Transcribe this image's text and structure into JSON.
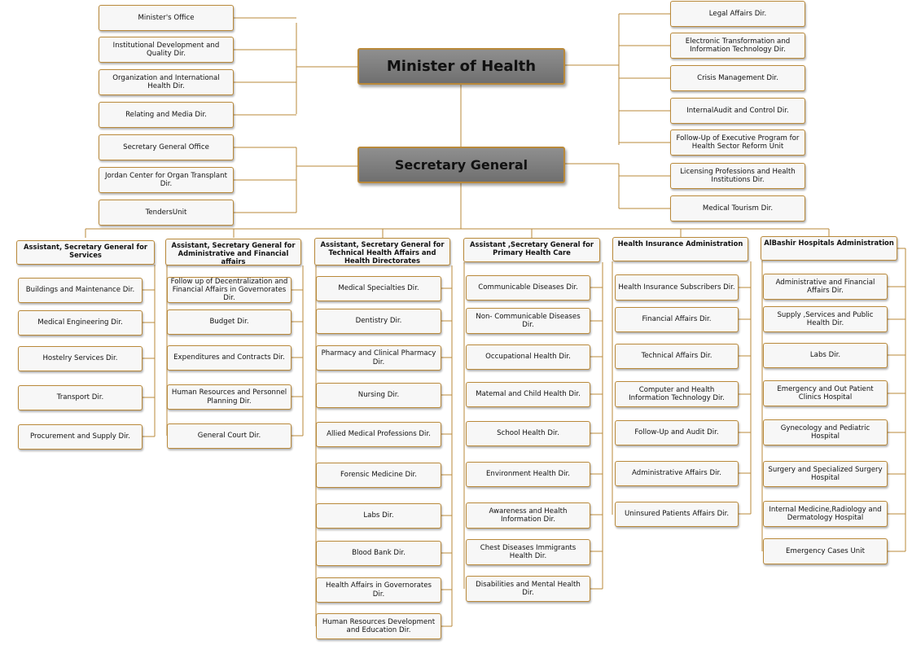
{
  "top": {
    "minister": "Minister of Health",
    "secretary": "Secretary General"
  },
  "minister_left": [
    "Minister's Office",
    "Institutional Development and Quality Dir.",
    "Organization and International Health Dir.",
    "Relating and Media Dir."
  ],
  "minister_right": [
    "Legal Affairs Dir.",
    "Electronic Transformation and Information Technology Dir.",
    "Crisis Management Dir.",
    "InternalAudit and Control Dir.",
    "Follow-Up of Executive Program for Health Sector Reform Unit"
  ],
  "secretary_left": [
    "Secretary General Office",
    "Jordan Center for Organ Transplant Dir.",
    "TendersUnit"
  ],
  "secretary_right": [
    "Licensing Professions and Health Institutions Dir.",
    "Medical Tourism Dir."
  ],
  "columns": [
    {
      "head": "Assistant, Secretary General for Services",
      "items": [
        "Buildings and Maintenance Dir.",
        "Medical Engineering Dir.",
        "Hostelry Services Dir.",
        "Transport Dir.",
        "Procurement and Supply Dir."
      ]
    },
    {
      "head": "Assistant, Secretary General for Administrative and Financial affairs",
      "items": [
        "Follow up of Decentralization and Financial Affairs in Governorates Dir.",
        "Budget Dir.",
        "Expenditures and Contracts Dir.",
        "Human Resources and Personnel Planning Dir.",
        "General Court Dir."
      ]
    },
    {
      "head": "Assistant, Secretary General for Technical Health Affairs and Health Directorates",
      "items": [
        "Medical Specialties Dir.",
        "Dentistry Dir.",
        "Pharmacy and Clinical Pharmacy Dir.",
        "Nursing Dir.",
        "Allied Medical Professions Dir.",
        "Forensic Medicine Dir.",
        "Labs Dir.",
        "Blood Bank Dir.",
        "Health Affairs in Governorates Dir.",
        "Human Resources Development and Education Dir."
      ]
    },
    {
      "head": "Assistant ,Secretary General for Primary Health Care",
      "items": [
        "Communicable Diseases Dir.",
        "Non- Communicable Diseases Dir.",
        "Occupational Health Dir.",
        "Matemal and Child Health Dir.",
        "School Health Dir.",
        "Environment Health Dir.",
        "Awareness and Health Information Dir.",
        "Chest Diseases    Immigrants Health Dir.",
        "Disabilities and Mental Health Dir."
      ]
    },
    {
      "head": "Health Insurance Administration",
      "items": [
        "Health Insurance Subscribers Dir.",
        "Financial Affairs Dir.",
        "Technical Affairs Dir.",
        "Computer and Health Information Technology Dir.",
        "Follow-Up and Audit Dir.",
        "Administrative Affairs Dir.",
        "Uninsured Patients Affairs Dir."
      ]
    },
    {
      "head": "AlBashir Hospitals Administration",
      "items": [
        "Administrative and Financial Affairs Dir.",
        "Supply ,Services and Public Health Dir.",
        "Labs Dir.",
        "Emergency and Out Patient Clinics Hospital",
        "Gynecology and Pediatric Hospital",
        "Surgery and Specialized Surgery Hospital",
        "Internal Medicine,Radiology and Dermatology Hospital",
        "Emergency Cases Unit"
      ]
    }
  ],
  "colors": {
    "box_border": "#b9893a",
    "line": "#b9893a",
    "main_fill": "#7f7f7f"
  }
}
